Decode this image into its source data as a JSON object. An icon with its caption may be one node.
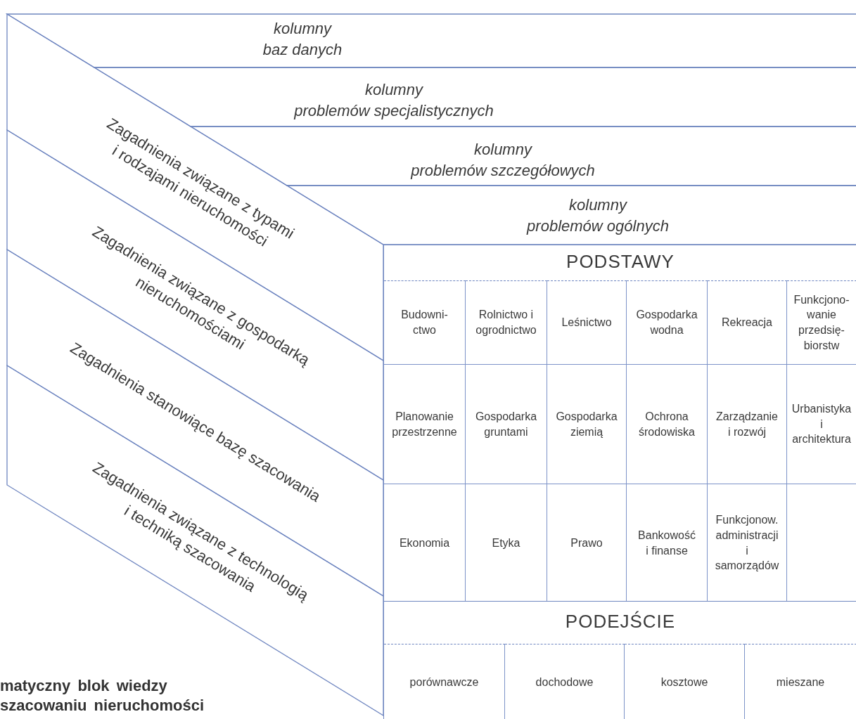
{
  "diagram": {
    "caption": "matyczny blok wiedzy szacowaniu nieruchomości",
    "nodes": [
      {
        "text": [
          "kolumny baz danych"
        ]
      },
      {
        "text": [
          "kolumny problemów specjalistycznych"
        ]
      },
      {
        "text": [
          "kolumny problemów szczegółowych"
        ]
      },
      {
        "text": [
          "kolumny problemów ogólnych"
        ]
      },
      {
        "text": [
          "Zagadnienia związane z typami i rodzajami nieruchomości"
        ]
      },
      {
        "text": [
          "Zagadnienia związane z gospodarką nieruchomościami"
        ]
      },
      {
        "text": [
          "Zagadnienia stanowiące bazę szacowania"
        ]
      },
      {
        "text": [
          "Zagadnienia związane z technologią i techniką szacowania"
        ]
      },
      {
        "text": [
          "PODSTAWY"
        ]
      },
      {
        "text": [
          "Budowni- ctwo"
        ],
        "in": 8
      },
      {
        "text": [
          "Rolnictwo i ogrodnictwo"
        ],
        "in": 8
      },
      {
        "text": [
          "Leśnictwo"
        ],
        "in": 8
      },
      {
        "text": [
          "Gospodarka wodna"
        ],
        "in": 8
      },
      {
        "text": [
          "Rekreacja"
        ],
        "in": 8
      },
      {
        "text": [
          "Funkcjono- wanie przedsię- biorstw"
        ],
        "in": 8
      },
      {
        "text": [
          "Planowanie przestrzenne"
        ],
        "in": 8
      },
      {
        "text": [
          "Gospodarka gruntami"
        ],
        "in": 8
      },
      {
        "text": [
          "Gospodarka ziemią"
        ],
        "in": 8
      },
      {
        "text": [
          "Ochrona środowiska"
        ],
        "in": 8
      },
      {
        "text": [
          "Zarządzanie i rozwój"
        ],
        "in": 8
      },
      {
        "text": [
          "Urbanistyka i architektura"
        ],
        "in": 8
      },
      {
        "text": [
          "Ekonomia"
        ],
        "in": 8
      },
      {
        "text": [
          "Etyka"
        ],
        "in": 8
      },
      {
        "text": [
          "Prawo"
        ],
        "in": 8
      },
      {
        "text": [
          "Bankowość i finanse"
        ],
        "in": 8
      },
      {
        "text": [
          "Funkcjonow. administracji i samorządów"
        ],
        "in": 8
      },
      {
        "text": [],
        "shape": "box",
        "in": 8
      },
      {
        "text": [
          "PODEJŚCIE"
        ]
      },
      {
        "text": [
          "porównawcze"
        ],
        "in": 27
      },
      {
        "text": [
          "dochodowe"
        ],
        "in": 27
      },
      {
        "text": [
          "kosztowe"
        ],
        "in": 27
      },
      {
        "text": [
          "mieszane"
        ],
        "in": 27
      }
    ]
  }
}
